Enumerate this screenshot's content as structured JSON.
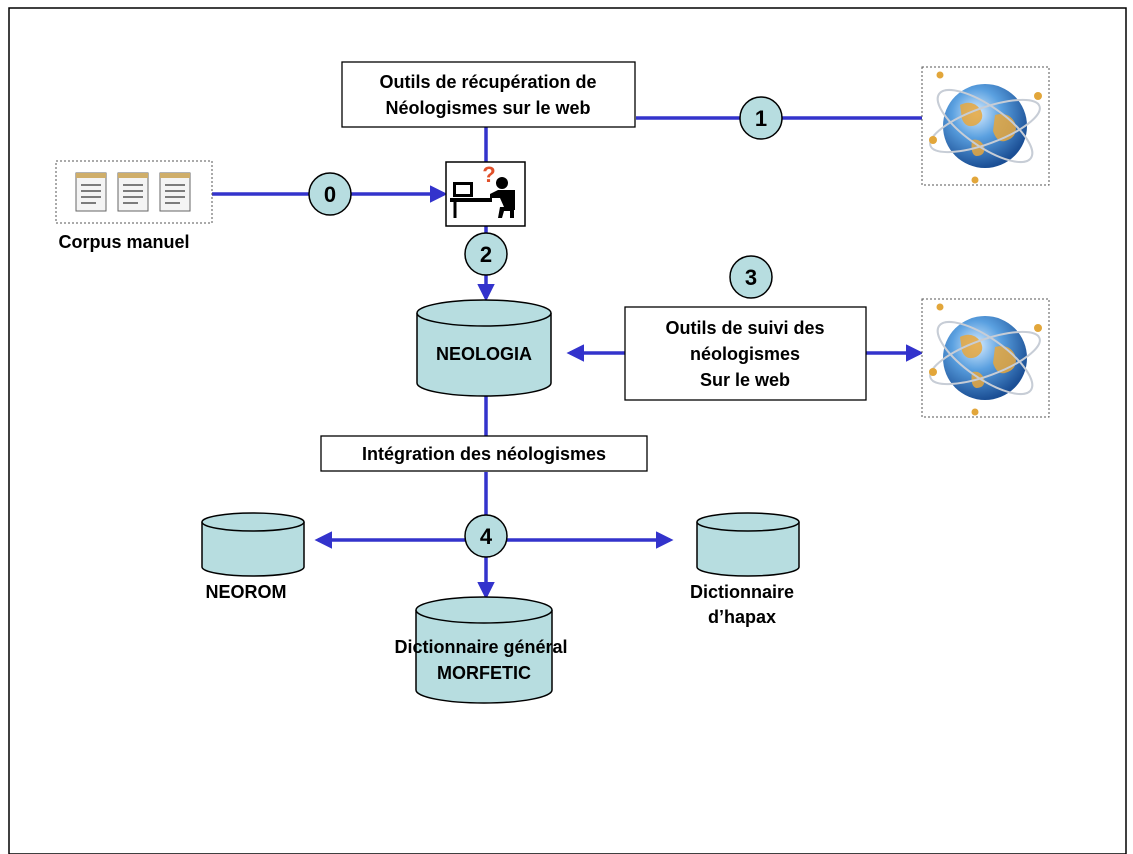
{
  "colors": {
    "connector": "#3333cc",
    "node_fill": "#b7dde0",
    "database_fill": "#b7dde0"
  },
  "labels": {
    "outils_recuperation_line1": "Outils de récupération de",
    "outils_recuperation_line2": "Néologismes sur le web",
    "corpus_manuel": "Corpus manuel",
    "neologia": "NEOLOGIA",
    "outils_suivi_line1": "Outils de suivi des",
    "outils_suivi_line2": "néologismes",
    "outils_suivi_line3": "Sur le web",
    "integration": "Intégration des néologismes",
    "neorom": "NEOROM",
    "dict_general_line1": "Dictionnaire général",
    "dict_general_line2": "MORFETIC",
    "dict_hapax_line1": "Dictionnaire",
    "dict_hapax_line2": "d’hapax"
  },
  "steps": {
    "step0": "0",
    "step1": "1",
    "step2": "2",
    "step3": "3",
    "step4": "4"
  },
  "icons": {
    "web_globe": "globe-icon",
    "manual_documents": "document-icon",
    "operator": "person-at-computer-icon",
    "database": "database-icon"
  }
}
